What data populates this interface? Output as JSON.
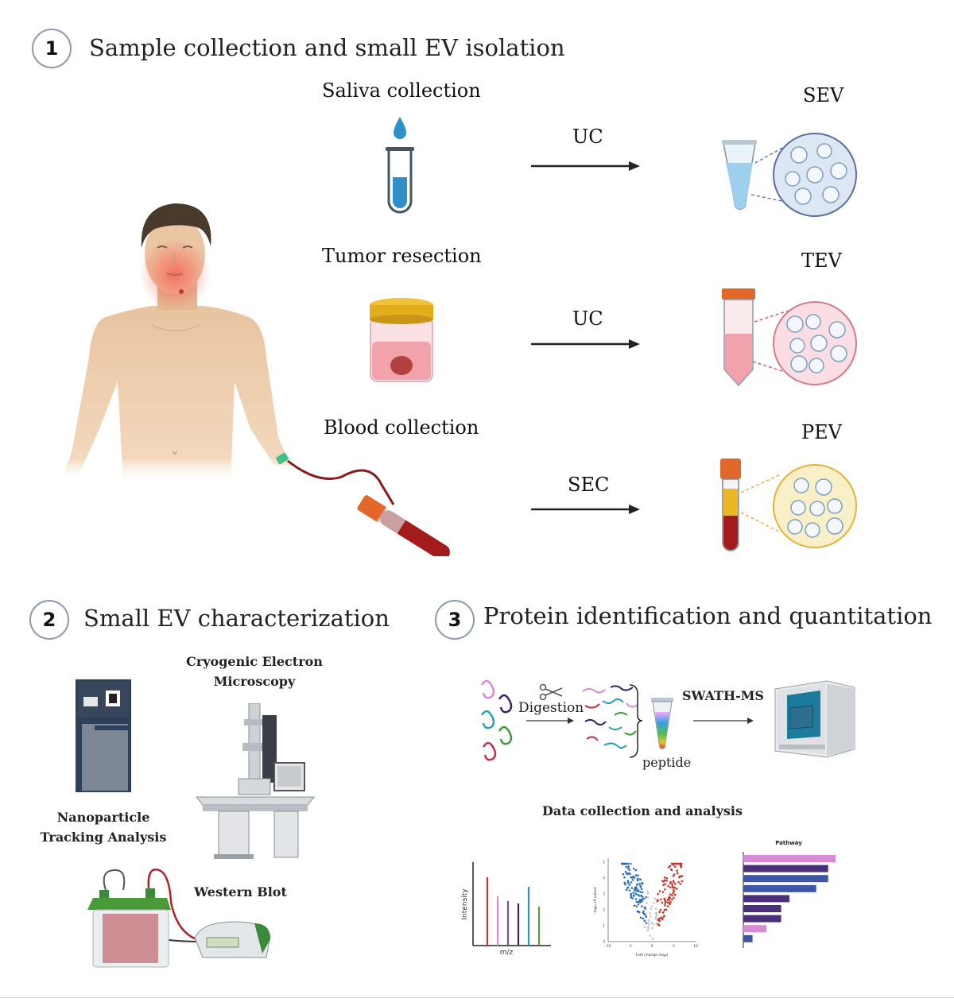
{
  "section1": {
    "number": "1",
    "title": "Sample collection and small EV isolation"
  },
  "section2": {
    "number": "2",
    "title": "Small EV characterization"
  },
  "section3": {
    "number": "3",
    "title": "Protein identification and quantitation"
  },
  "rows": [
    {
      "source": "Saliva collection",
      "method": "UC",
      "product": "SEV"
    },
    {
      "source": "Tumor resection",
      "method": "UC",
      "product": "TEV"
    },
    {
      "source": "Blood collection",
      "method": "SEC",
      "product": "PEV"
    }
  ],
  "characterization": {
    "cryo_line1": "Cryogenic Electron",
    "cryo_line2": "Microscopy",
    "nta_line1": "Nanoparticle",
    "nta_line2": "Tracking Analysis",
    "wb": "Western Blot"
  },
  "proteomics": {
    "digestion": "Digestion",
    "peptide": "peptide",
    "swath": "SWATH-MS",
    "data_title": "Data collection and analysis"
  },
  "chart_data": [
    {
      "type": "bar",
      "title": "",
      "xlabel": "m/z",
      "ylabel": "Intensity",
      "x": [
        1,
        2,
        3,
        4,
        5,
        6
      ],
      "values": [
        0.86,
        0.62,
        0.56,
        0.53,
        0.74,
        0.49
      ],
      "colors": [
        "#c0392b",
        "#d98ad6",
        "#7a4fa8",
        "#3b2066",
        "#2f8fc9",
        "#5a9a3c"
      ]
    },
    {
      "type": "scatter",
      "title": "",
      "xlabel": "Fold change (log₂)",
      "ylabel": "-log₁₀ (P-value)",
      "xlim": [
        -10,
        10
      ],
      "ylim": [
        0,
        5
      ],
      "xticks": [
        "-10",
        "-5",
        "0",
        "5",
        "10"
      ],
      "yticks": [
        "0",
        "1",
        "2",
        "3",
        "4",
        "5"
      ],
      "groups": [
        "down",
        "ns",
        "up"
      ],
      "colors": {
        "down": "#2f6fb5",
        "ns": "#c8c8c8",
        "up": "#c0392b"
      }
    },
    {
      "type": "bar",
      "orientation": "horizontal",
      "title": "Pathway",
      "values": [
        1.0,
        0.92,
        0.92,
        0.79,
        0.5,
        0.41,
        0.41,
        0.25,
        0.1
      ],
      "colors": [
        "#d98ad6",
        "#4a2f7a",
        "#3e56a8",
        "#3e56a8",
        "#4a2f7a",
        "#4a2f7a",
        "#4a2f7a",
        "#d98ad6",
        "#3e56a8"
      ]
    }
  ]
}
